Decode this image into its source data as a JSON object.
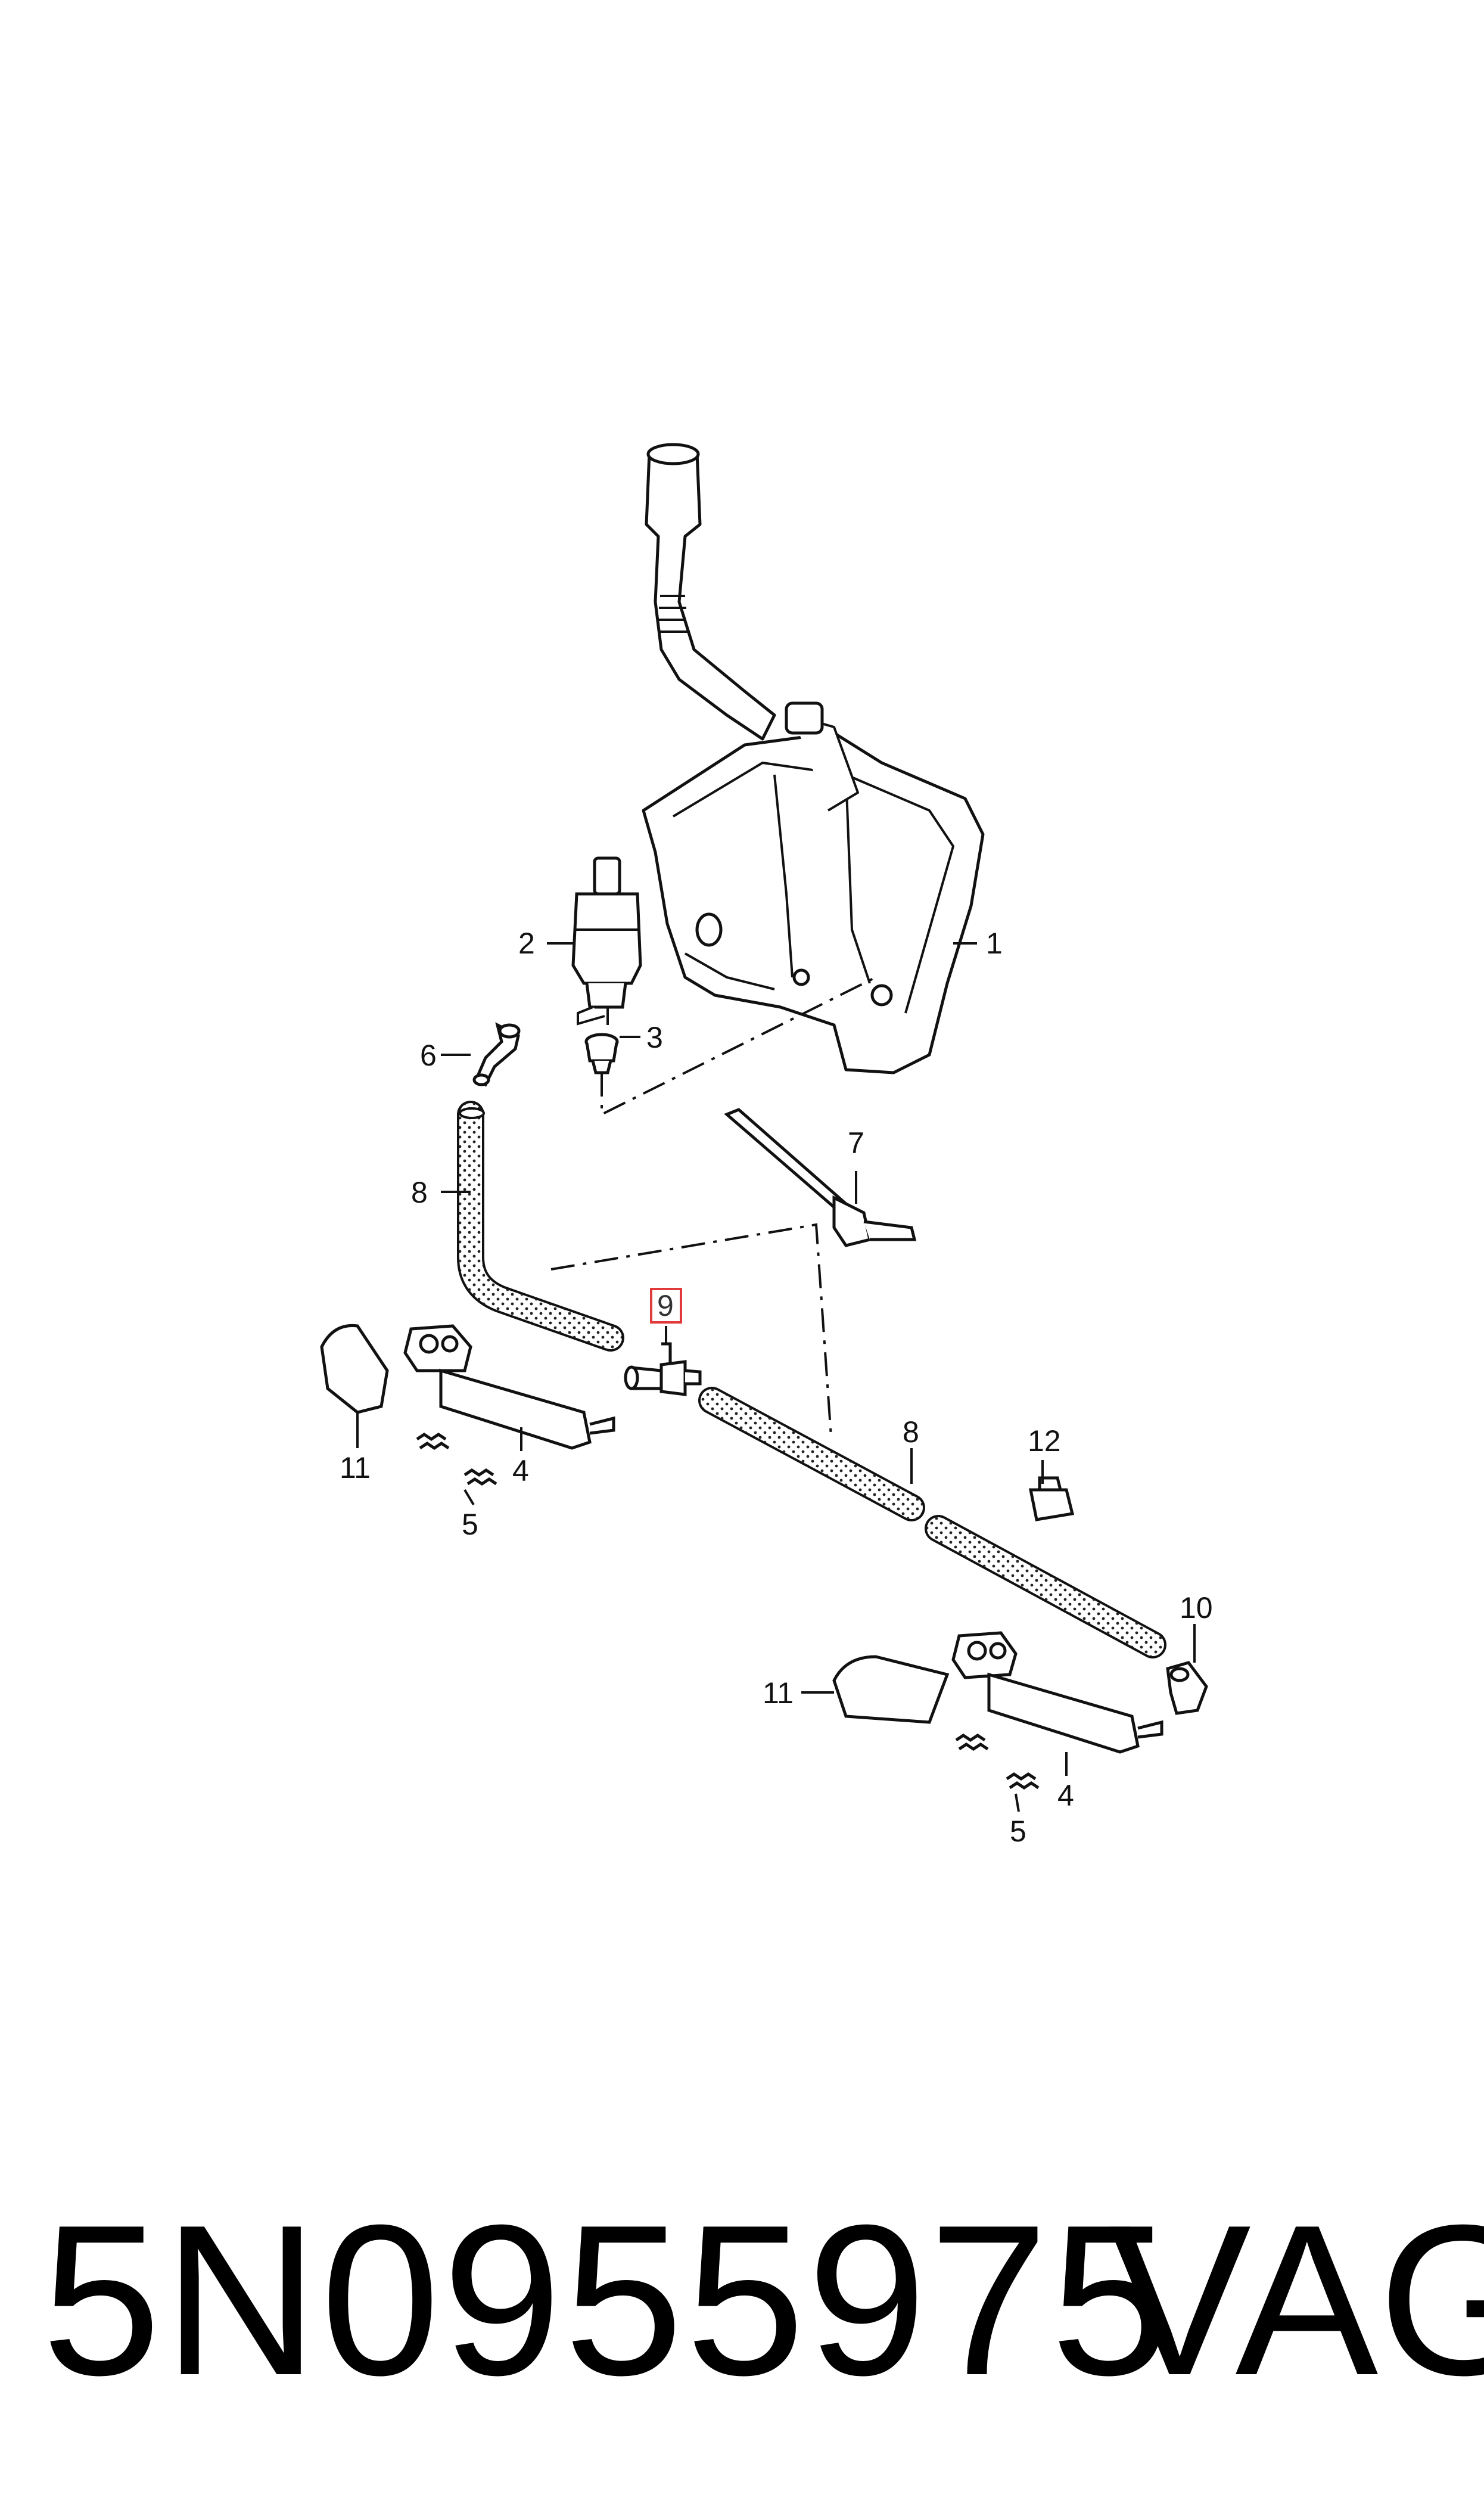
{
  "diagram": {
    "callouts": {
      "c1": "1",
      "c2": "2",
      "c3": "3",
      "c4a": "4",
      "c4b": "4",
      "c5a": "5",
      "c5b": "5",
      "c6": "6",
      "c7": "7",
      "c8a": "8",
      "c8b": "8",
      "c9": "9",
      "c10": "10",
      "c11a": "11",
      "c11b": "11",
      "c12": "12"
    },
    "highlight_color": "#e03a3a"
  },
  "footer": {
    "part_number": "5N0955975",
    "brand": "VAG"
  }
}
